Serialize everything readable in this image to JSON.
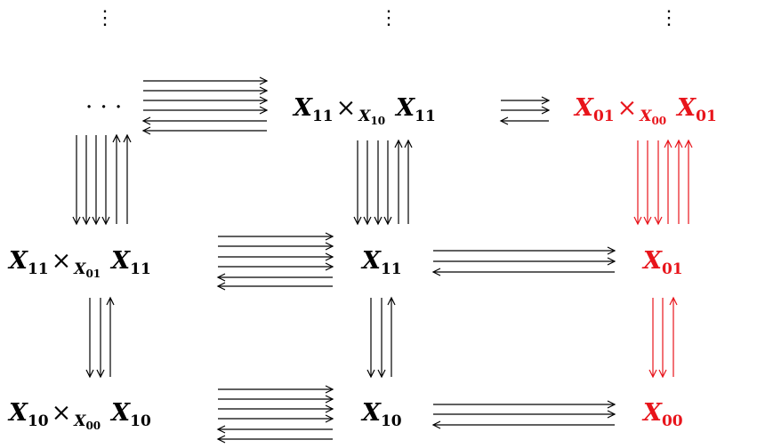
{
  "colors": {
    "ink": "#000000",
    "highlight": "#e8141b"
  },
  "nodes": {
    "top_left": {
      "text": "· · ·"
    },
    "top_mid": {
      "base": "X",
      "sub": "11",
      "op": "×",
      "opsub": "X",
      "opsub2": "10",
      "base2": "X",
      "sub3": "11"
    },
    "top_right": {
      "base": "X",
      "sub": "01",
      "op": "×",
      "opsub": "X",
      "opsub2": "00",
      "base2": "X",
      "sub3": "01"
    },
    "mid_left": {
      "base": "X",
      "sub": "11",
      "op": "×",
      "opsub": "X",
      "opsub2": "01",
      "base2": "X",
      "sub3": "11"
    },
    "mid_mid": {
      "base": "X",
      "sub": "11"
    },
    "mid_right": {
      "base": "X",
      "sub": "01"
    },
    "bot_left": {
      "base": "X",
      "sub": "10",
      "op": "×",
      "opsub": "X",
      "opsub2": "00",
      "base2": "X",
      "sub3": "10"
    },
    "bot_mid": {
      "base": "X",
      "sub": "10"
    },
    "bot_right": {
      "base": "X",
      "sub": "00"
    }
  },
  "vdots": [
    "⋮",
    "⋮",
    "⋮"
  ]
}
